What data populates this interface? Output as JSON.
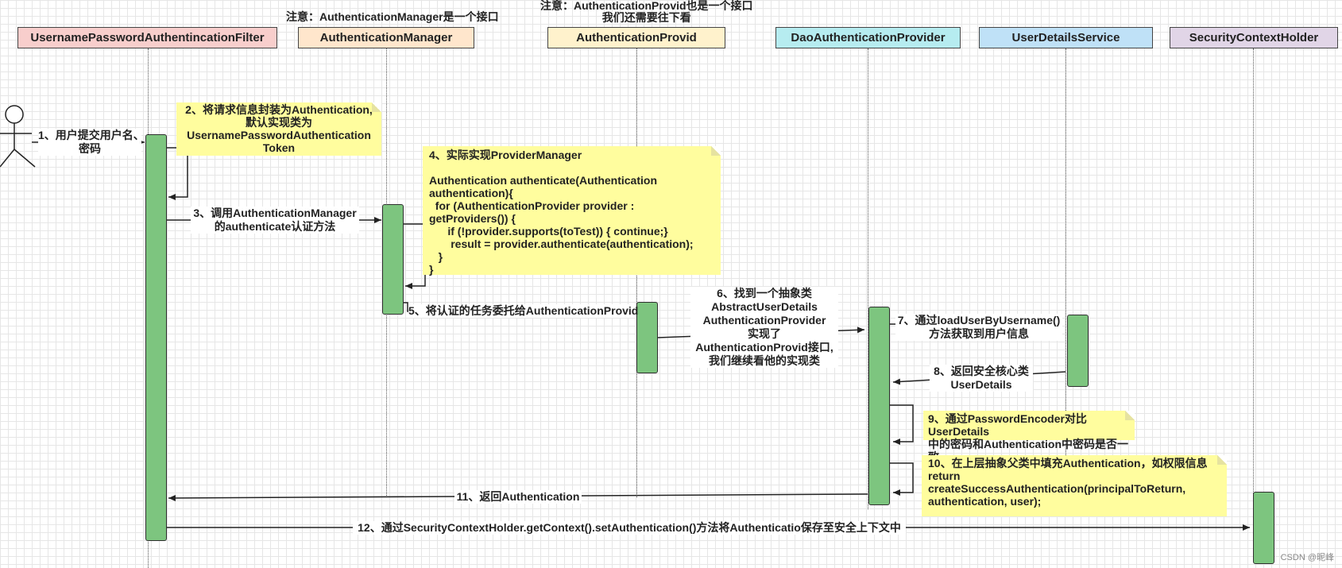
{
  "participants": [
    "UsernamePasswordAuthentincationFilter",
    "AuthenticationManager",
    "AuthenticationProvid",
    "DaoAuthenticationProvider",
    "UserDetailsService",
    "SecurityContextHolder"
  ],
  "participant_colors": [
    "#f8cecc",
    "#ffe6cc",
    "#fff2cc",
    "#b6ecf0",
    "#bfe1f7",
    "#e1d5e7"
  ],
  "top_notes": {
    "manager": "注意：AuthenticationManager是一个接口",
    "provid_line1": "注意：AuthenticationProvid也是一个接口",
    "provid_line2": "我们还需要往下看"
  },
  "messages": {
    "m1_line1": "1、用户提交用户名、",
    "m1_line2": "密码",
    "m3_line1": "3、调用AuthenticationManager",
    "m3_line2": "的authenticate认证方法",
    "m5": "5、将认证的任务委托给AuthenticationProvid",
    "m6_lines": "6、找到一个抽象类\nAbstractUserDetails\nAuthenticationProvider\n实现了\nAuthenticationProvid接口,\n我们继续看他的实现类",
    "m7_line1": "7、通过loadUserByUsername()",
    "m7_line2": "方法获取到用户信息",
    "m8_line1": "8、返回安全核心类",
    "m8_line2": "UserDetails",
    "m11": "11、返回Authentication",
    "m12": "12、通过SecurityContextHolder.getContext().setAuthentication()方法将Authenticatio保存至安全上下文中"
  },
  "notes": {
    "n2_lines": "2、将请求信息封装为Authentication,\n默认实现类为\nUsernamePasswordAuthentication\nToken",
    "n4_title": "4、实际实现ProviderManager",
    "n4_code": "Authentication authenticate(Authentication\nauthentication){\n  for (AuthenticationProvider provider :\ngetProviders()) {\n      if (!provider.supports(toTest)) { continue;}\n       result = provider.authenticate(authentication);\n   }\n}",
    "n9_line1": "9、通过PasswordEncoder对比UserDetails",
    "n9_line2": "中的密码和Authentication中密码是否一致",
    "n10_lines": "10、在上层抽象父类中填充Authentication，如权限信息\nreturn\ncreateSuccessAuthentication(principalToReturn,\nauthentication, user);"
  },
  "watermark": "CSDN @昵峰"
}
